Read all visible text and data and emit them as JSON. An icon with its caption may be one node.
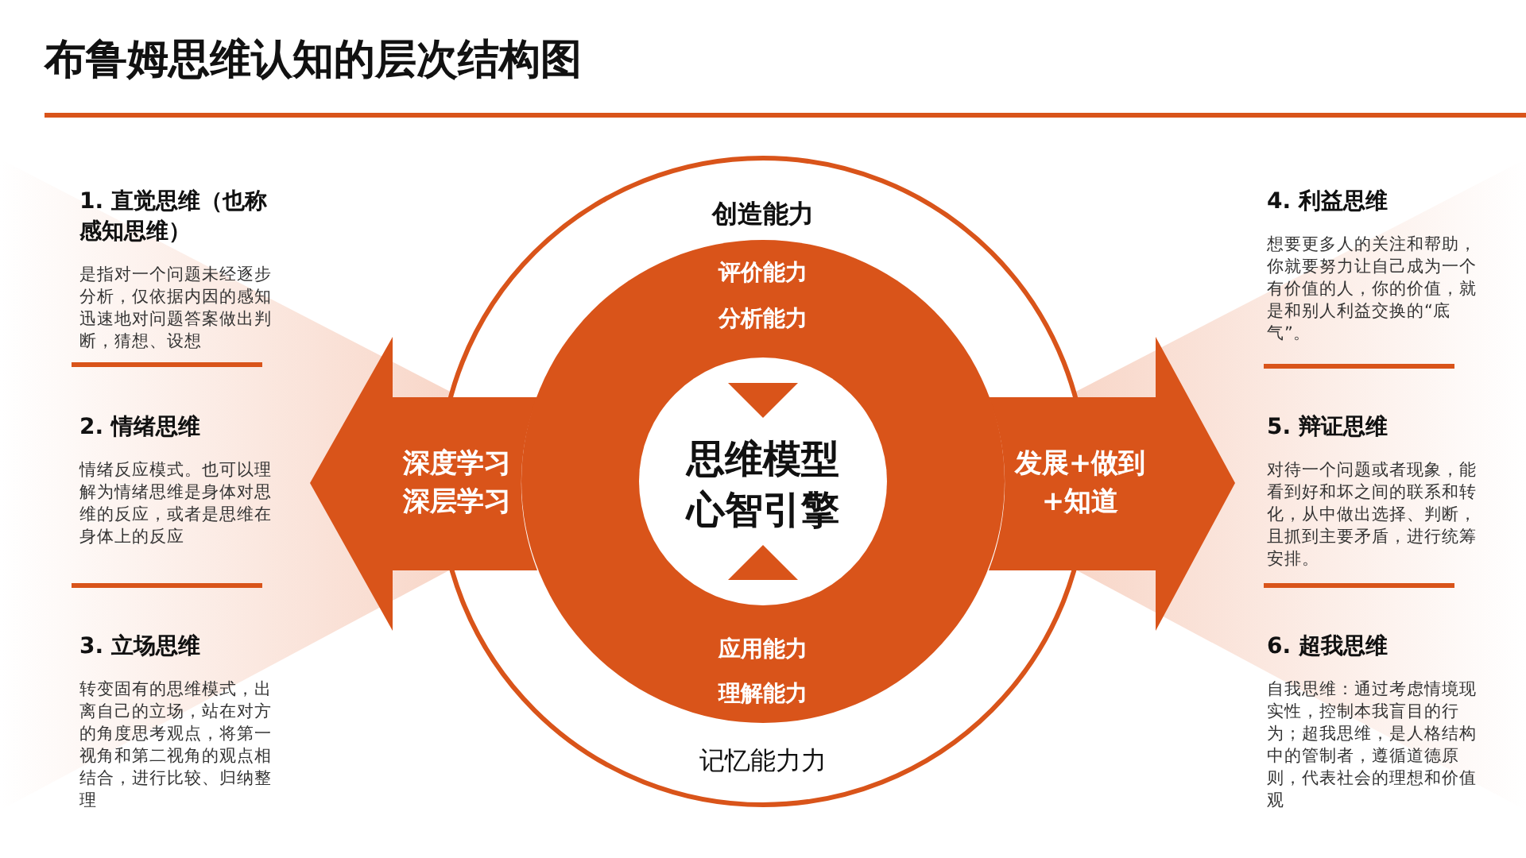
{
  "diagram": {
    "title": "布鲁姆思维认知的层次结构图",
    "nodes": [
      {
        "text": [
          "创造能力",
          "记忆能力力"
        ]
      },
      {
        "text": [
          "评价能力",
          "分析能力",
          "应用能力",
          "理解能力"
        ],
        "in": 0
      },
      {
        "text": [
          "思维模型",
          "心智引擎"
        ],
        "in": 1
      },
      {
        "text": [
          "深度学习",
          "深层学习"
        ]
      },
      {
        "text": [
          "发展+做到",
          "+知道"
        ]
      },
      {
        "text": [
          "1. 直觉思维（也称感知思维）",
          "是指对一个问题未经逐步分析，仅依据内因的感知迅速地对问题答案做出判断，猜想、设想"
        ]
      },
      {
        "text": [
          "2. 情绪思维",
          "情绪反应模式。也可以理解为情绪思维是身体对思维的反应，或者是思维在身体上的反应"
        ]
      },
      {
        "text": [
          "3. 立场思维",
          "转变固有的思维模式，出离自己的立场，站在对方的角度思考观点，将第一视角和第二视角的观点相结合，进行比较、归纳整理"
        ]
      },
      {
        "text": [
          "4. 利益思维",
          "想要更多人的关注和帮助，你就要努力让自己成为一个有价值的人，你的价值，就是和别人利益交换的“底气”。"
        ]
      },
      {
        "text": [
          "5. 辩证思维",
          "对待一个问题或者现象，能看到好和坏之间的联系和转化，从中做出选择、判断，且抓到主要矛盾，进行统筹安排。"
        ]
      },
      {
        "text": [
          "6. 超我思维",
          "自我思维：通过考虑情境现实性，控制本我盲目的行为；超我思维，是人格结构中的管制者，遵循道德原则，代表社会的理想和价值观"
        ]
      }
    ]
  }
}
